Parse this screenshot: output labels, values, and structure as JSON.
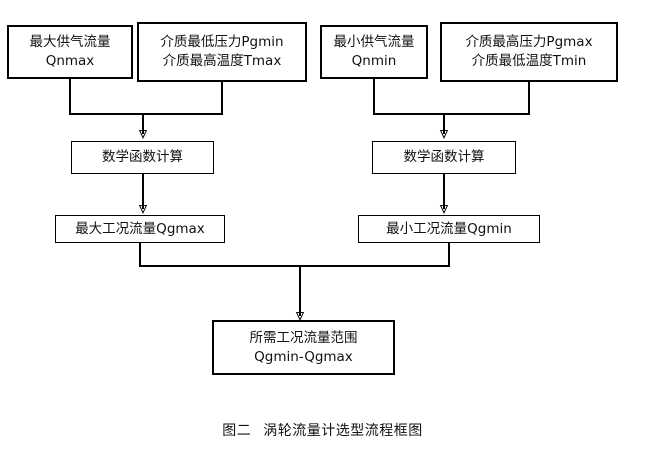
{
  "figure": {
    "type": "flowchart",
    "title_number": "图二",
    "title_text": "涡轮流量计选型流程框图",
    "background_color": "#ffffff",
    "line_color": "#000000",
    "text_color": "#111111"
  },
  "nodes": {
    "max_supply_flow": {
      "line1": "最大供气流量",
      "line2": "Qnmax"
    },
    "medium_min_pressure_max_temp": {
      "line1": "介质最低压力Pgmin",
      "line2": "介质最高温度Tmax"
    },
    "min_supply_flow": {
      "line1": "最小供气流量",
      "line2": "Qnmin"
    },
    "medium_max_pressure_min_temp": {
      "line1": "介质最高压力Pgmax",
      "line2": "介质最低温度Tmin"
    },
    "math_calc_left": {
      "line1": "数学函数计算"
    },
    "math_calc_right": {
      "line1": "数学函数计算"
    },
    "max_working_flow": {
      "line1": "最大工况流量Qgmax"
    },
    "min_working_flow": {
      "line1": "最小工况流量Qgmin"
    },
    "required_flow_range": {
      "line1": "所需工况流量范围",
      "line2": "Qgmin-Qgmax"
    }
  },
  "connectors": [
    {
      "name": "merge-left-top",
      "from": [
        "max_supply_flow",
        "medium_min_pressure_max_temp"
      ],
      "to": "math_calc_left",
      "style": "merge-arrow"
    },
    {
      "name": "merge-right-top",
      "from": [
        "min_supply_flow",
        "medium_max_pressure_min_temp"
      ],
      "to": "math_calc_right",
      "style": "merge-arrow"
    },
    {
      "name": "left-calc-to-flow",
      "from": [
        "math_calc_left"
      ],
      "to": "max_working_flow",
      "style": "straight-arrow"
    },
    {
      "name": "right-calc-to-flow",
      "from": [
        "math_calc_right"
      ],
      "to": "min_working_flow",
      "style": "straight-arrow"
    },
    {
      "name": "merge-bottom",
      "from": [
        "max_working_flow",
        "min_working_flow"
      ],
      "to": "required_flow_range",
      "style": "merge-arrow"
    }
  ]
}
